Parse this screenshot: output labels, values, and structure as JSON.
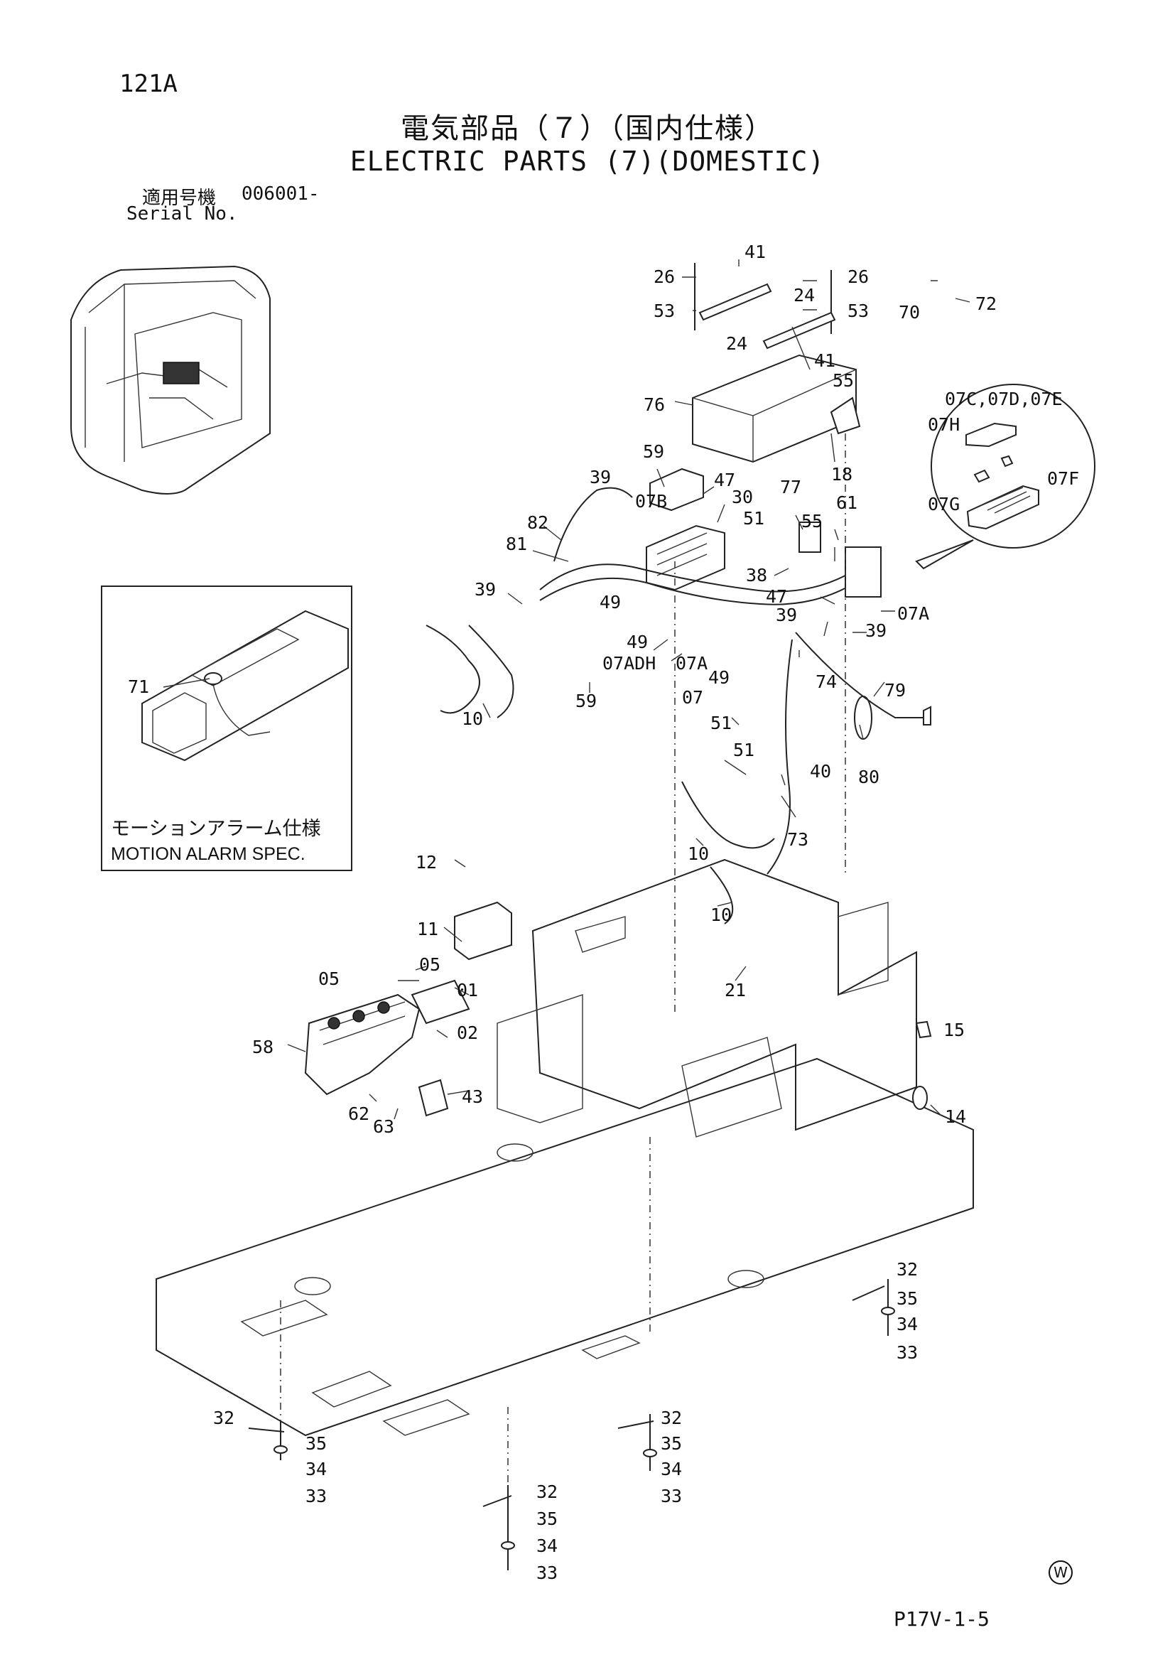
{
  "page_code": "121A",
  "title_jp": "電気部品（７）（国内仕様）",
  "title_en": "ELECTRIC PARTS (7)(DOMESTIC)",
  "serial_label_jp": "適用号機",
  "serial_value": "006001-",
  "serial_label_en": "Serial No.",
  "inset": {
    "label_jp": "モーションアラーム仕様",
    "label_en": "MOTION ALARM SPEC.",
    "callout": "71"
  },
  "detail_labels": [
    "07C,07D,07E",
    "07H",
    "07F",
    "07G"
  ],
  "callouts": [
    "41",
    "26",
    "26",
    "53",
    "53",
    "24",
    "24",
    "41",
    "55",
    "70",
    "72",
    "76",
    "18",
    "59",
    "39",
    "47",
    "30",
    "77",
    "07B",
    "82",
    "51",
    "61",
    "81",
    "55",
    "38",
    "39",
    "47",
    "07A",
    "39",
    "49",
    "74",
    "39",
    "79",
    "49",
    "07ADH",
    "07A",
    "49",
    "59",
    "07",
    "51",
    "10",
    "80",
    "51",
    "40",
    "73",
    "10",
    "10",
    "12",
    "11",
    "21",
    "05",
    "05",
    "01",
    "15",
    "02",
    "58",
    "14",
    "43",
    "62",
    "63",
    "32",
    "35",
    "34",
    "33",
    "32",
    "32",
    "35",
    "35",
    "34",
    "34",
    "33",
    "33",
    "32",
    "35",
    "34",
    "33"
  ],
  "circle_mark": "W",
  "page_ref": "P17V-1-5"
}
